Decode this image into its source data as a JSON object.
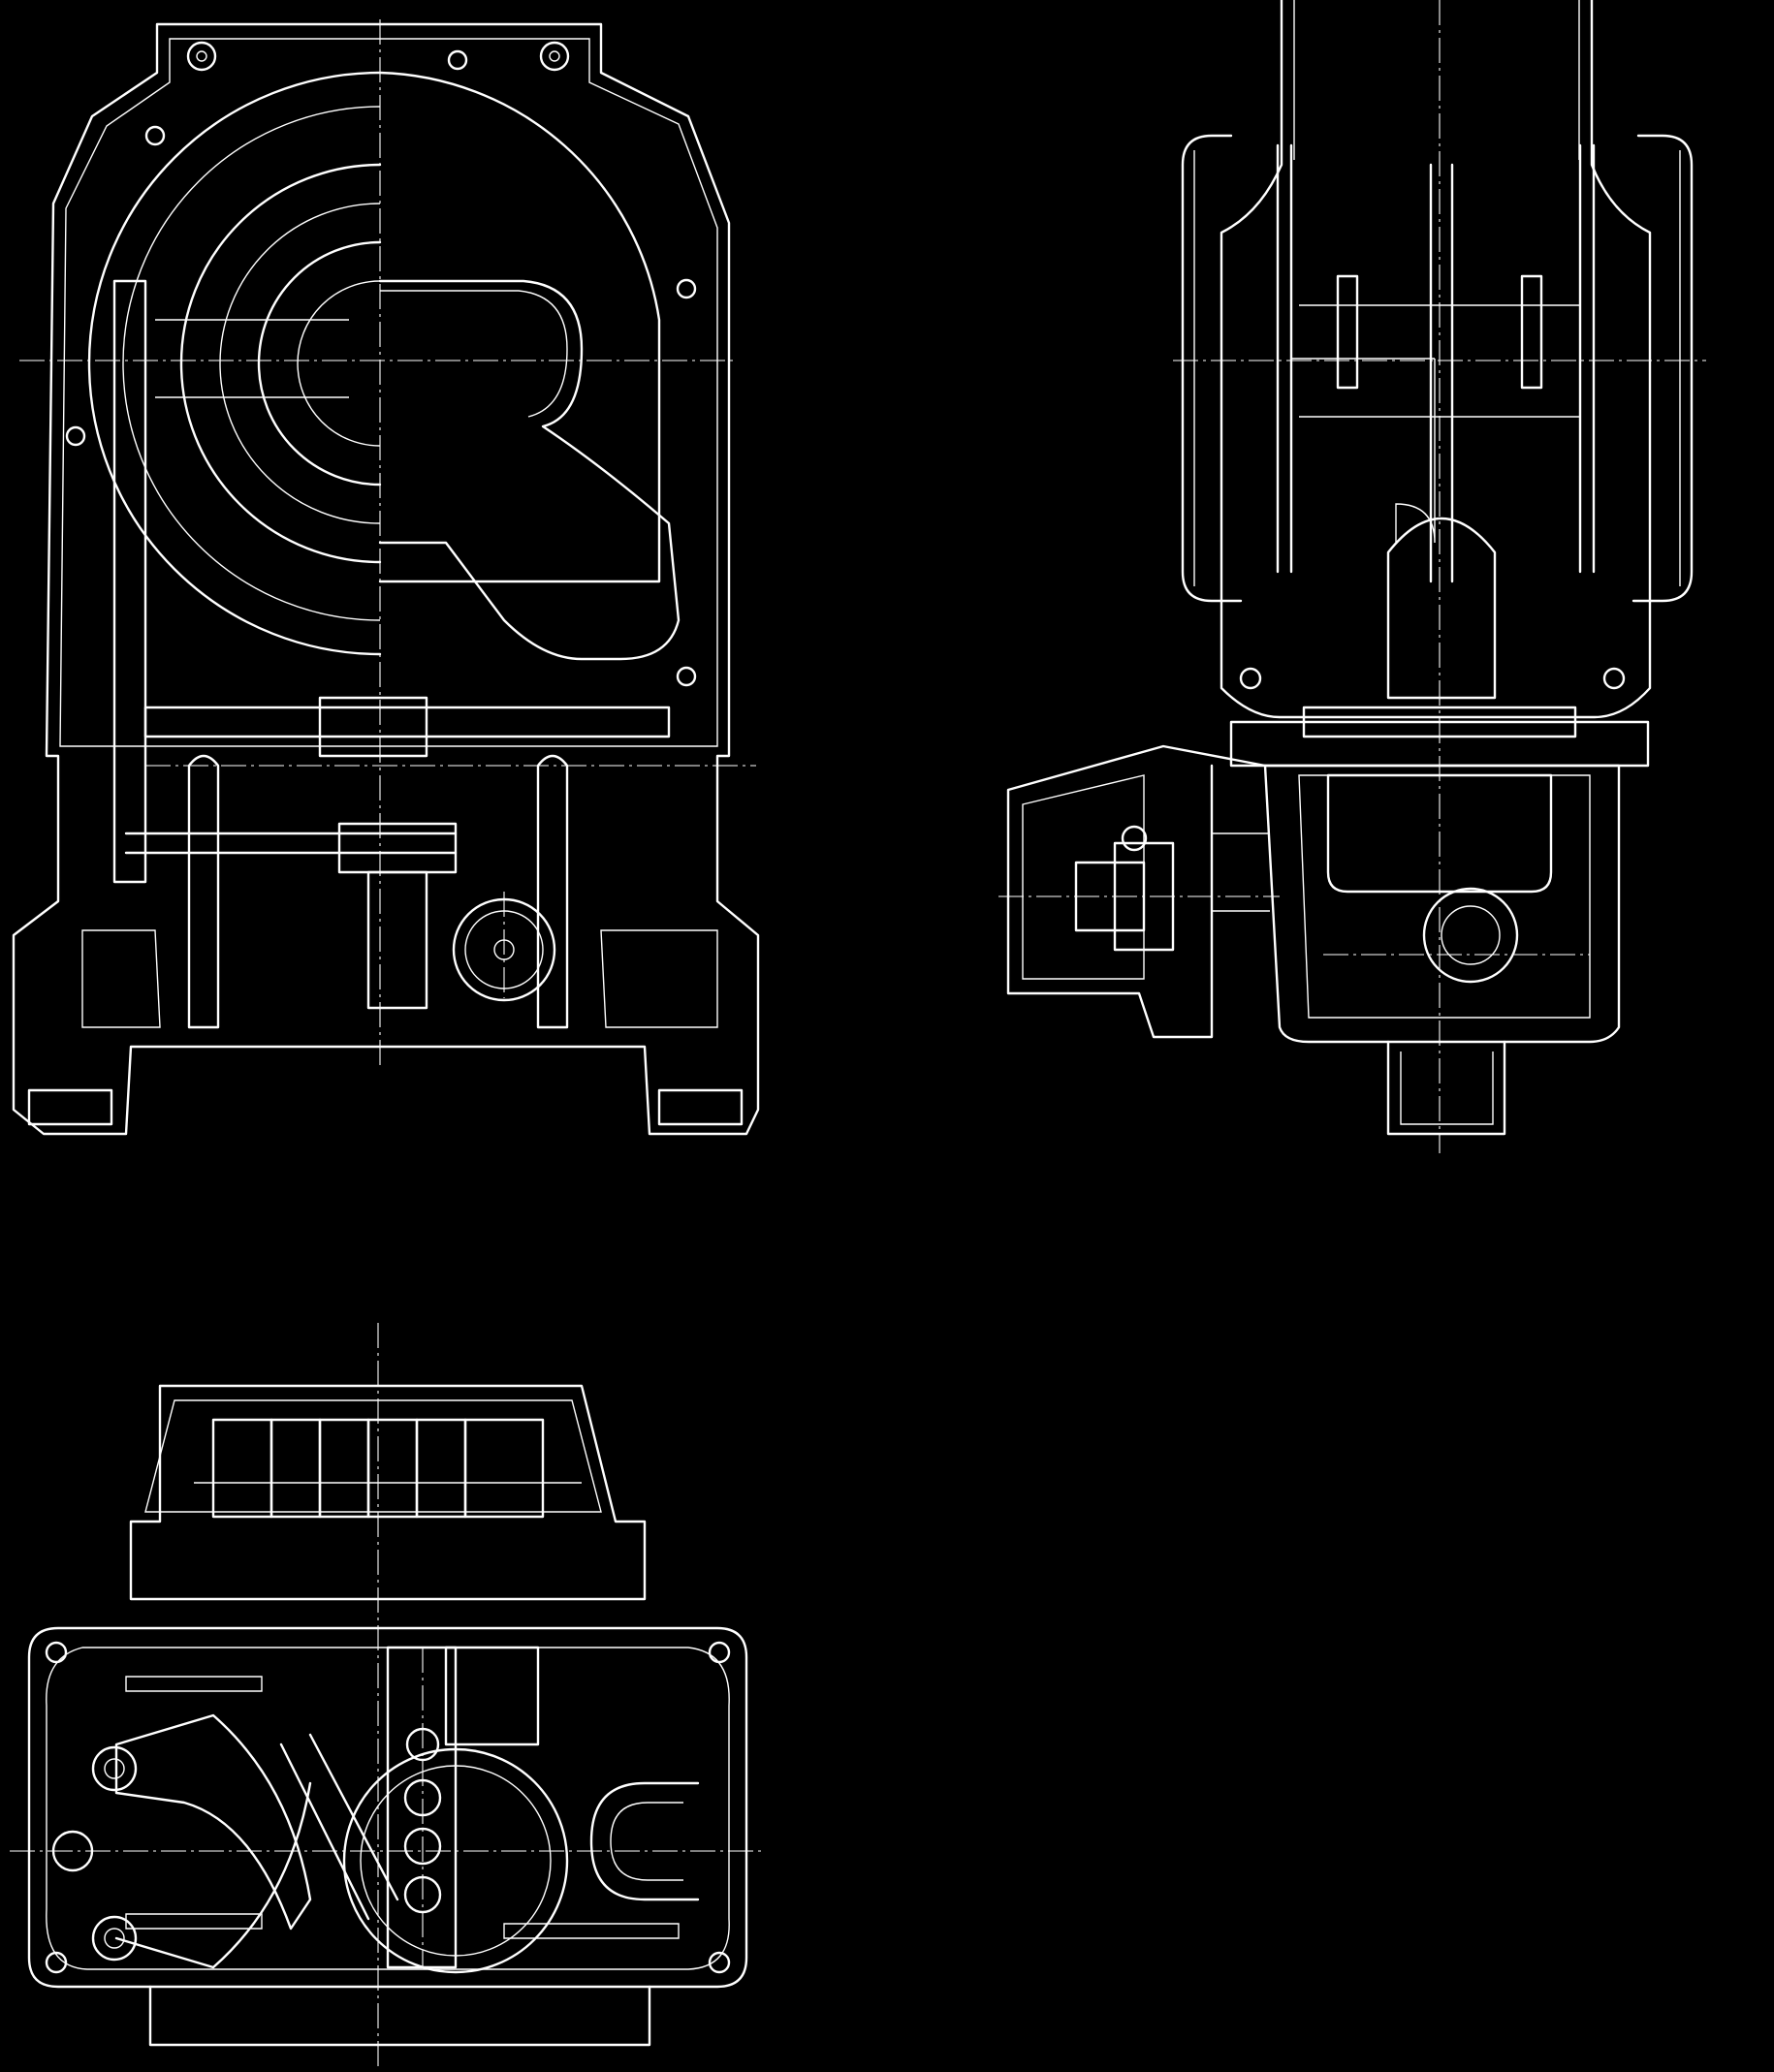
{
  "drawing": {
    "style": "white line art on black background",
    "colors": {
      "background": "#000000",
      "line": "#ffffff"
    },
    "views": [
      {
        "id": "front-section-view"
      },
      {
        "id": "side-section-view"
      },
      {
        "id": "top-section-view"
      }
    ]
  }
}
